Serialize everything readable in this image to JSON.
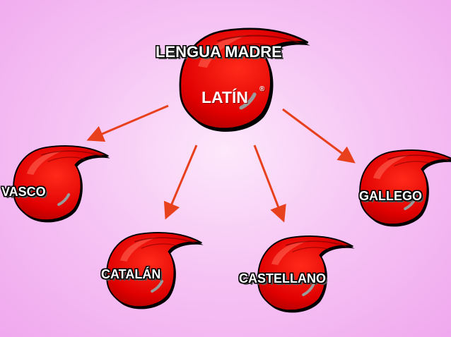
{
  "diagram": {
    "parent": {
      "header": "LENGUA MADRE",
      "name": "LATÍN",
      "registered_mark": "®"
    },
    "children": [
      {
        "label": "VASCO"
      },
      {
        "label": "CATALÁN"
      },
      {
        "label": "CASTELLANO"
      },
      {
        "label": "GALLEGO"
      }
    ]
  },
  "colors": {
    "background": "#f6c6f4",
    "flame_red": "#e00000",
    "flame_dark": "#8a0000",
    "outline": "#000000",
    "highlight": "#9a9a9a",
    "arrow": "#e8401c"
  }
}
